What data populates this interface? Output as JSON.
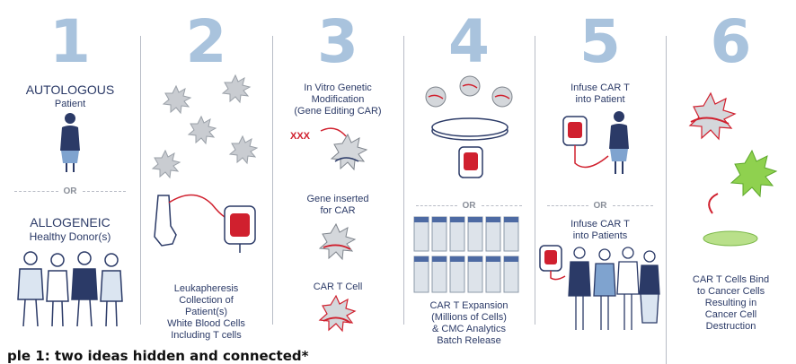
{
  "steps": [
    {
      "number": "1",
      "title": "AUTOLOGOUS",
      "subtitle": "Patient",
      "or": "OR",
      "alt_title": "ALLOGENEIC",
      "alt_subtitle": "Healthy Donor(s)"
    },
    {
      "number": "2",
      "lines": [
        "Leukapheresis",
        "Collection of",
        "Patient(s)",
        "White Blood Cells",
        "Including T cells"
      ]
    },
    {
      "number": "3",
      "top_lines": [
        "In Vitro Genetic",
        "Modification",
        "(Gene Editing CAR)"
      ],
      "mark": "XXX",
      "mid_lines": [
        "Gene inserted",
        "for CAR"
      ],
      "bottom": "CAR T Cell"
    },
    {
      "number": "4",
      "or": "OR",
      "lines": [
        "CAR T Expansion",
        "(Millions of Cells)",
        "& CMC Analytics",
        "Batch Release"
      ]
    },
    {
      "number": "5",
      "top_lines": [
        "Infuse CAR T",
        "into Patient"
      ],
      "or": "OR",
      "mid_lines": [
        "Infuse CAR T",
        "into Patients"
      ]
    },
    {
      "number": "6",
      "lines": [
        "CAR T Cells Bind",
        "to Cancer Cells",
        "Resulting in",
        "Cancer Cell",
        "Destruction"
      ]
    }
  ],
  "caption": "ple 1: two ideas hidden and connected*"
}
